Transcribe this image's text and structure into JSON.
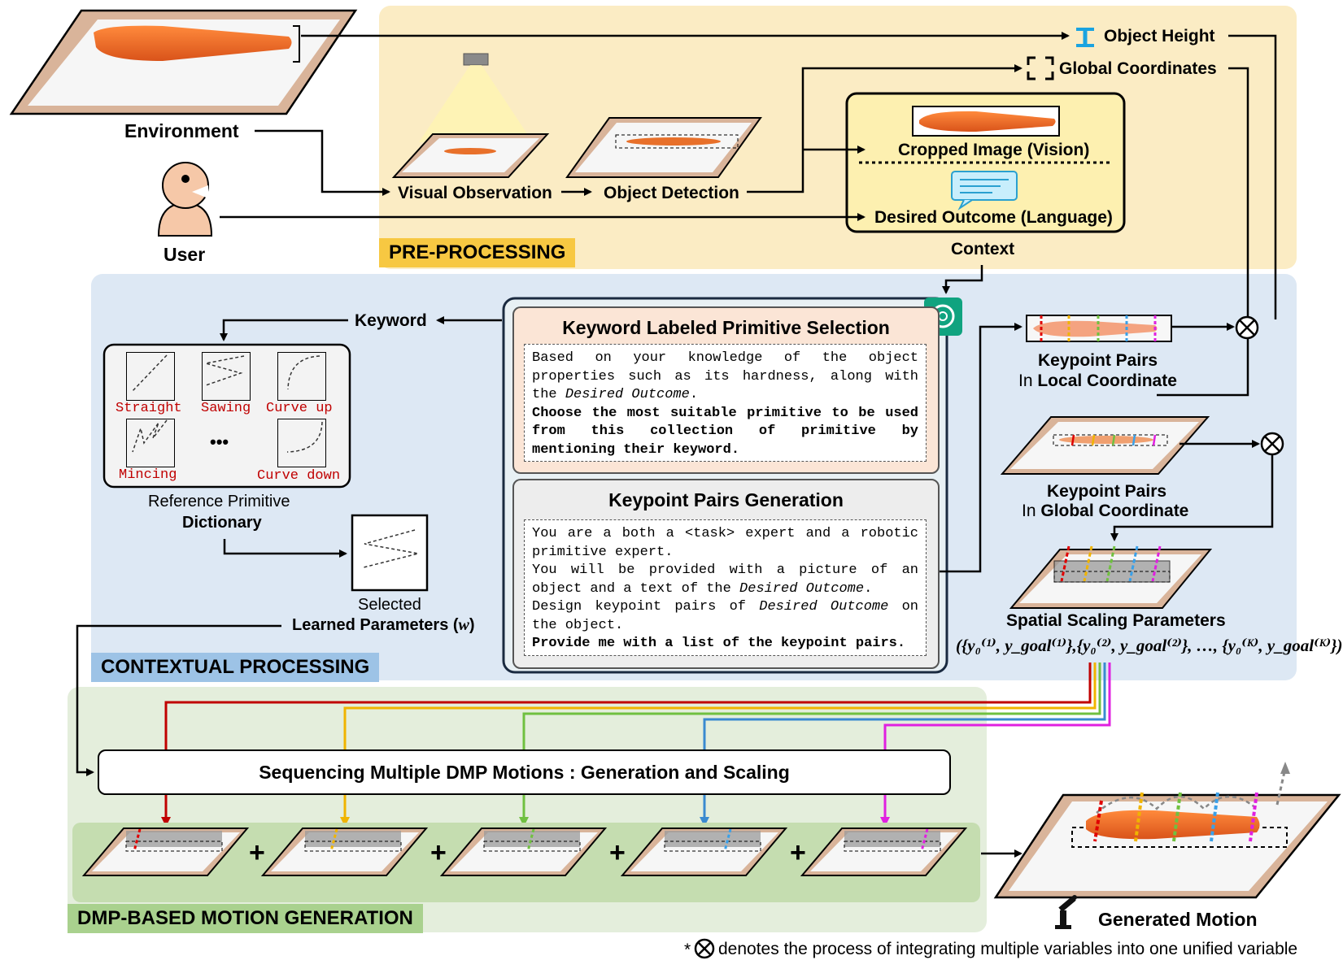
{
  "colors": {
    "preprocessing_bg": "#fbecc4",
    "preprocessing_tag": "#f7c842",
    "contextual_bg": "#dde8f4",
    "contextual_tag": "#9dc3e6",
    "dmp_bg": "#e4eedc",
    "dmp_tag": "#a9d18e",
    "context_box": "#fdf0b0",
    "prompt1_bg": "#fbe5d6",
    "prompt2_bg": "#ededed",
    "primitive_text": "#c00000",
    "keypoint_colors": [
      "#e00000",
      "#f0b400",
      "#70c040",
      "#3aa0e8",
      "#e020e0"
    ]
  },
  "regions": {
    "preprocessing": "PRE-PROCESSING",
    "contextual": "CONTEXTUAL PROCESSING",
    "dmp": "DMP-BASED MOTION GENERATION"
  },
  "inputs": {
    "environment": "Environment",
    "user": "User"
  },
  "preprocessing": {
    "visual_observation": "Visual Observation",
    "object_detection": "Object Detection",
    "object_height": "Object Height",
    "global_coordinates": "Global Coordinates",
    "cropped_image": "Cropped Image (Vision)",
    "desired_outcome": "Desired Outcome (Language)",
    "context": "Context"
  },
  "contextual": {
    "keyword": "Keyword",
    "prompt1": {
      "title": "Keyword Labeled Primitive Selection",
      "l1": "Based on your knowledge of the object",
      "l2": "properties such as its hardness, along with",
      "l3a": "the ",
      "l3b": "Desired Outcome",
      "l3c": ".",
      "l4": "Choose the most suitable primitive to be used",
      "l5": "from this collection of primitive by",
      "l6": "mentioning their keyword."
    },
    "prompt2": {
      "title": "Keypoint Pairs Generation",
      "l1": "You are a both a <task> expert and a robotic",
      "l2": "primitive expert.",
      "l3": "You will be provided with a picture of an",
      "l4a": "object and a text of the ",
      "l4b": "Desired Outcome",
      "l4c": ".",
      "l5a": "Design keypoint pairs of ",
      "l5b": "Desired Outcome",
      "l5c": " on",
      "l6": "the object.",
      "l7": "Provide me with a list of the keypoint pairs."
    },
    "primitives": [
      "Straight",
      "Sawing",
      "Curve up",
      "Mincing",
      "Curve down"
    ],
    "ellipsis": "•••",
    "dictionary_l1": "Reference Primitive",
    "dictionary_l2": "Dictionary",
    "selected": "Selected",
    "learned_params": "Learned Parameters (",
    "learned_w": "w",
    "learned_close": ")",
    "kp_local_l1": "Keypoint Pairs",
    "kp_local_l2a": "In ",
    "kp_local_l2b": "Local Coordinate",
    "kp_global_l1": "Keypoint Pairs",
    "kp_global_l2a": "In ",
    "kp_global_l2b": "Global Coordinate",
    "spatial_scaling": "Spatial Scaling Parameters",
    "spatial_formula": "({y₀⁽¹⁾, y_goal⁽¹⁾},{y₀⁽²⁾, y_goal⁽²⁾}, …, {y₀⁽ᴷ⁾, y_goal⁽ᴷ⁾})"
  },
  "dmp": {
    "sequencing": "Sequencing Multiple DMP Motions : Generation and Scaling",
    "plus": "+",
    "generated_motion": "Generated Motion"
  },
  "footnote": {
    "prefix": "*",
    "text": "denotes the process of integrating multiple variables into one unified variable"
  }
}
